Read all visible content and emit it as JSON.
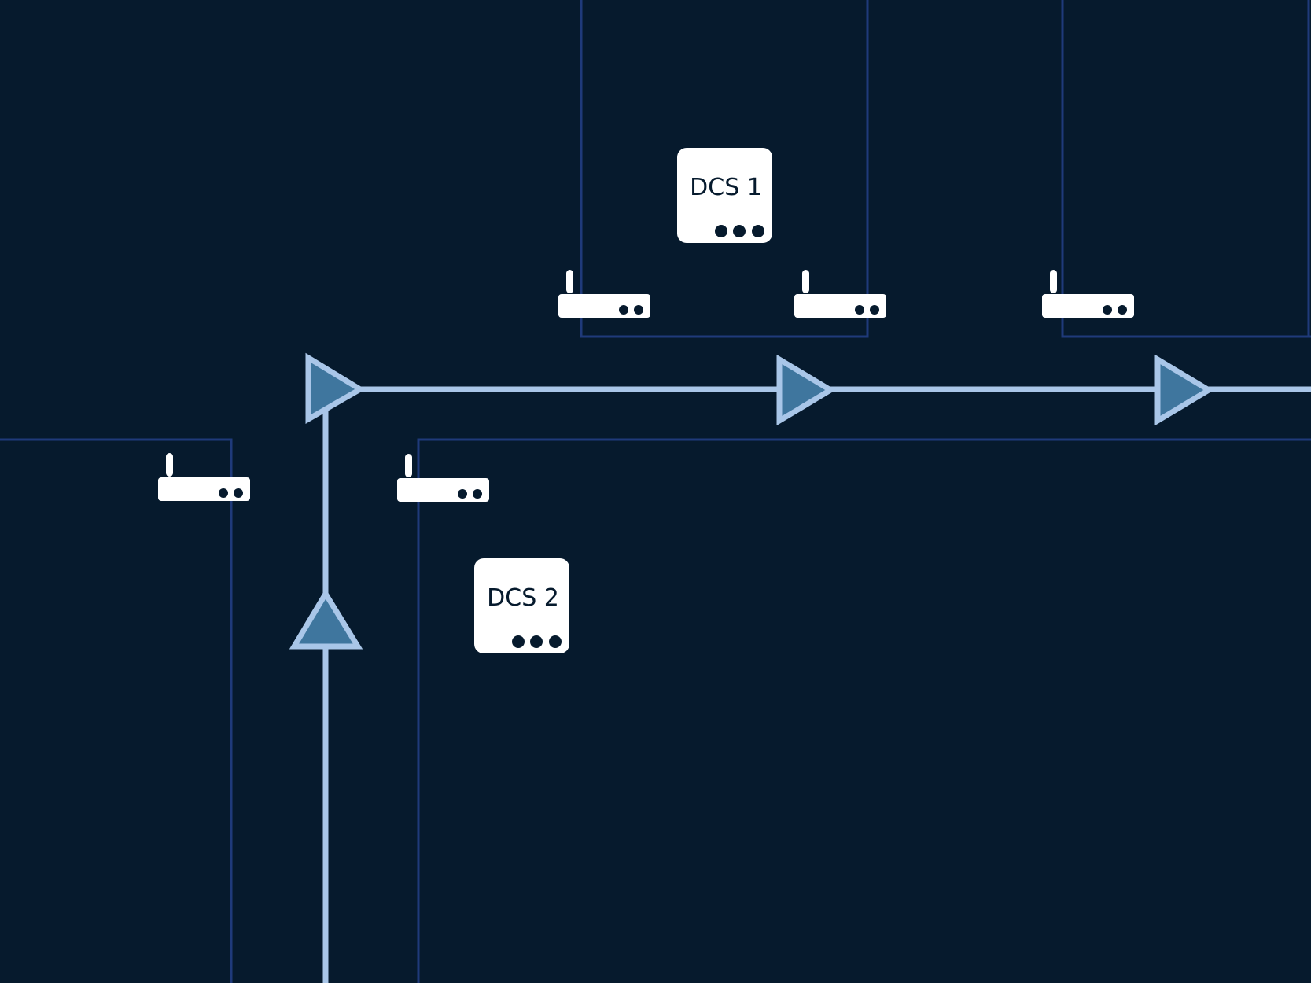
{
  "colors": {
    "background": "#061a2d",
    "thin_line": "#1f3a7a",
    "bus_line": "#a9c6e8",
    "triangle_fill": "#3f769e",
    "device_fill": "#ffffff",
    "device_dot": "#061a2d"
  },
  "nodes": {
    "dcs1": {
      "label": "DCS 1",
      "icon": "controller-icon"
    },
    "dcs2": {
      "label": "DCS 2",
      "icon": "controller-icon"
    },
    "routers": [
      {
        "icon": "wireless-router-icon"
      },
      {
        "icon": "wireless-router-icon"
      },
      {
        "icon": "wireless-router-icon"
      },
      {
        "icon": "wireless-router-icon"
      },
      {
        "icon": "wireless-router-icon"
      }
    ],
    "repeaters": [
      {
        "icon": "triangle-repeater-icon",
        "direction": "right"
      },
      {
        "icon": "triangle-repeater-icon",
        "direction": "right"
      },
      {
        "icon": "triangle-repeater-icon",
        "direction": "right"
      },
      {
        "icon": "triangle-repeater-icon",
        "direction": "up"
      }
    ]
  }
}
